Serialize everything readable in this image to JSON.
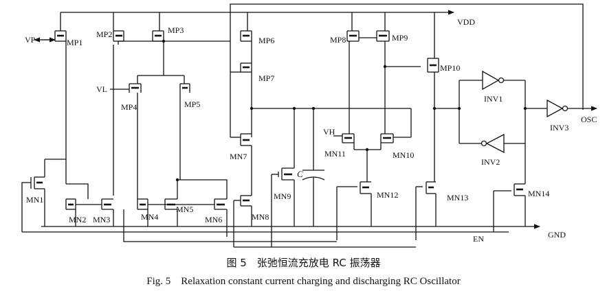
{
  "figure": {
    "caption_zh": "图 5　张弛恒流充放电 RC 振荡器",
    "caption_en": "Fig. 5　Relaxation constant current charging and discharging RC Oscillator"
  },
  "nets": {
    "vdd": "VDD",
    "gnd": "GND",
    "vp": "VP",
    "vl": "VL",
    "vh": "VH",
    "en": "EN",
    "osc": "OSC",
    "cap": "C"
  },
  "transistors": {
    "mp1": "MP1",
    "mp2": "MP2",
    "mp3": "MP3",
    "mp4": "MP4",
    "mp5": "MP5",
    "mp6": "MP6",
    "mp7": "MP7",
    "mp8": "MP8",
    "mp9": "MP9",
    "mp10": "MP10",
    "mn1": "MN1",
    "mn2": "MN2",
    "mn3": "MN3",
    "mn4": "MN4",
    "mn5": "MN5",
    "mn6": "MN6",
    "mn7": "MN7",
    "mn8": "MN8",
    "mn9": "MN9",
    "mn10": "MN10",
    "mn11": "MN11",
    "mn12": "MN12",
    "mn13": "MN13",
    "mn14": "MN14"
  },
  "gates": {
    "inv1": "INV1",
    "inv2": "INV2",
    "inv3": "INV3"
  }
}
